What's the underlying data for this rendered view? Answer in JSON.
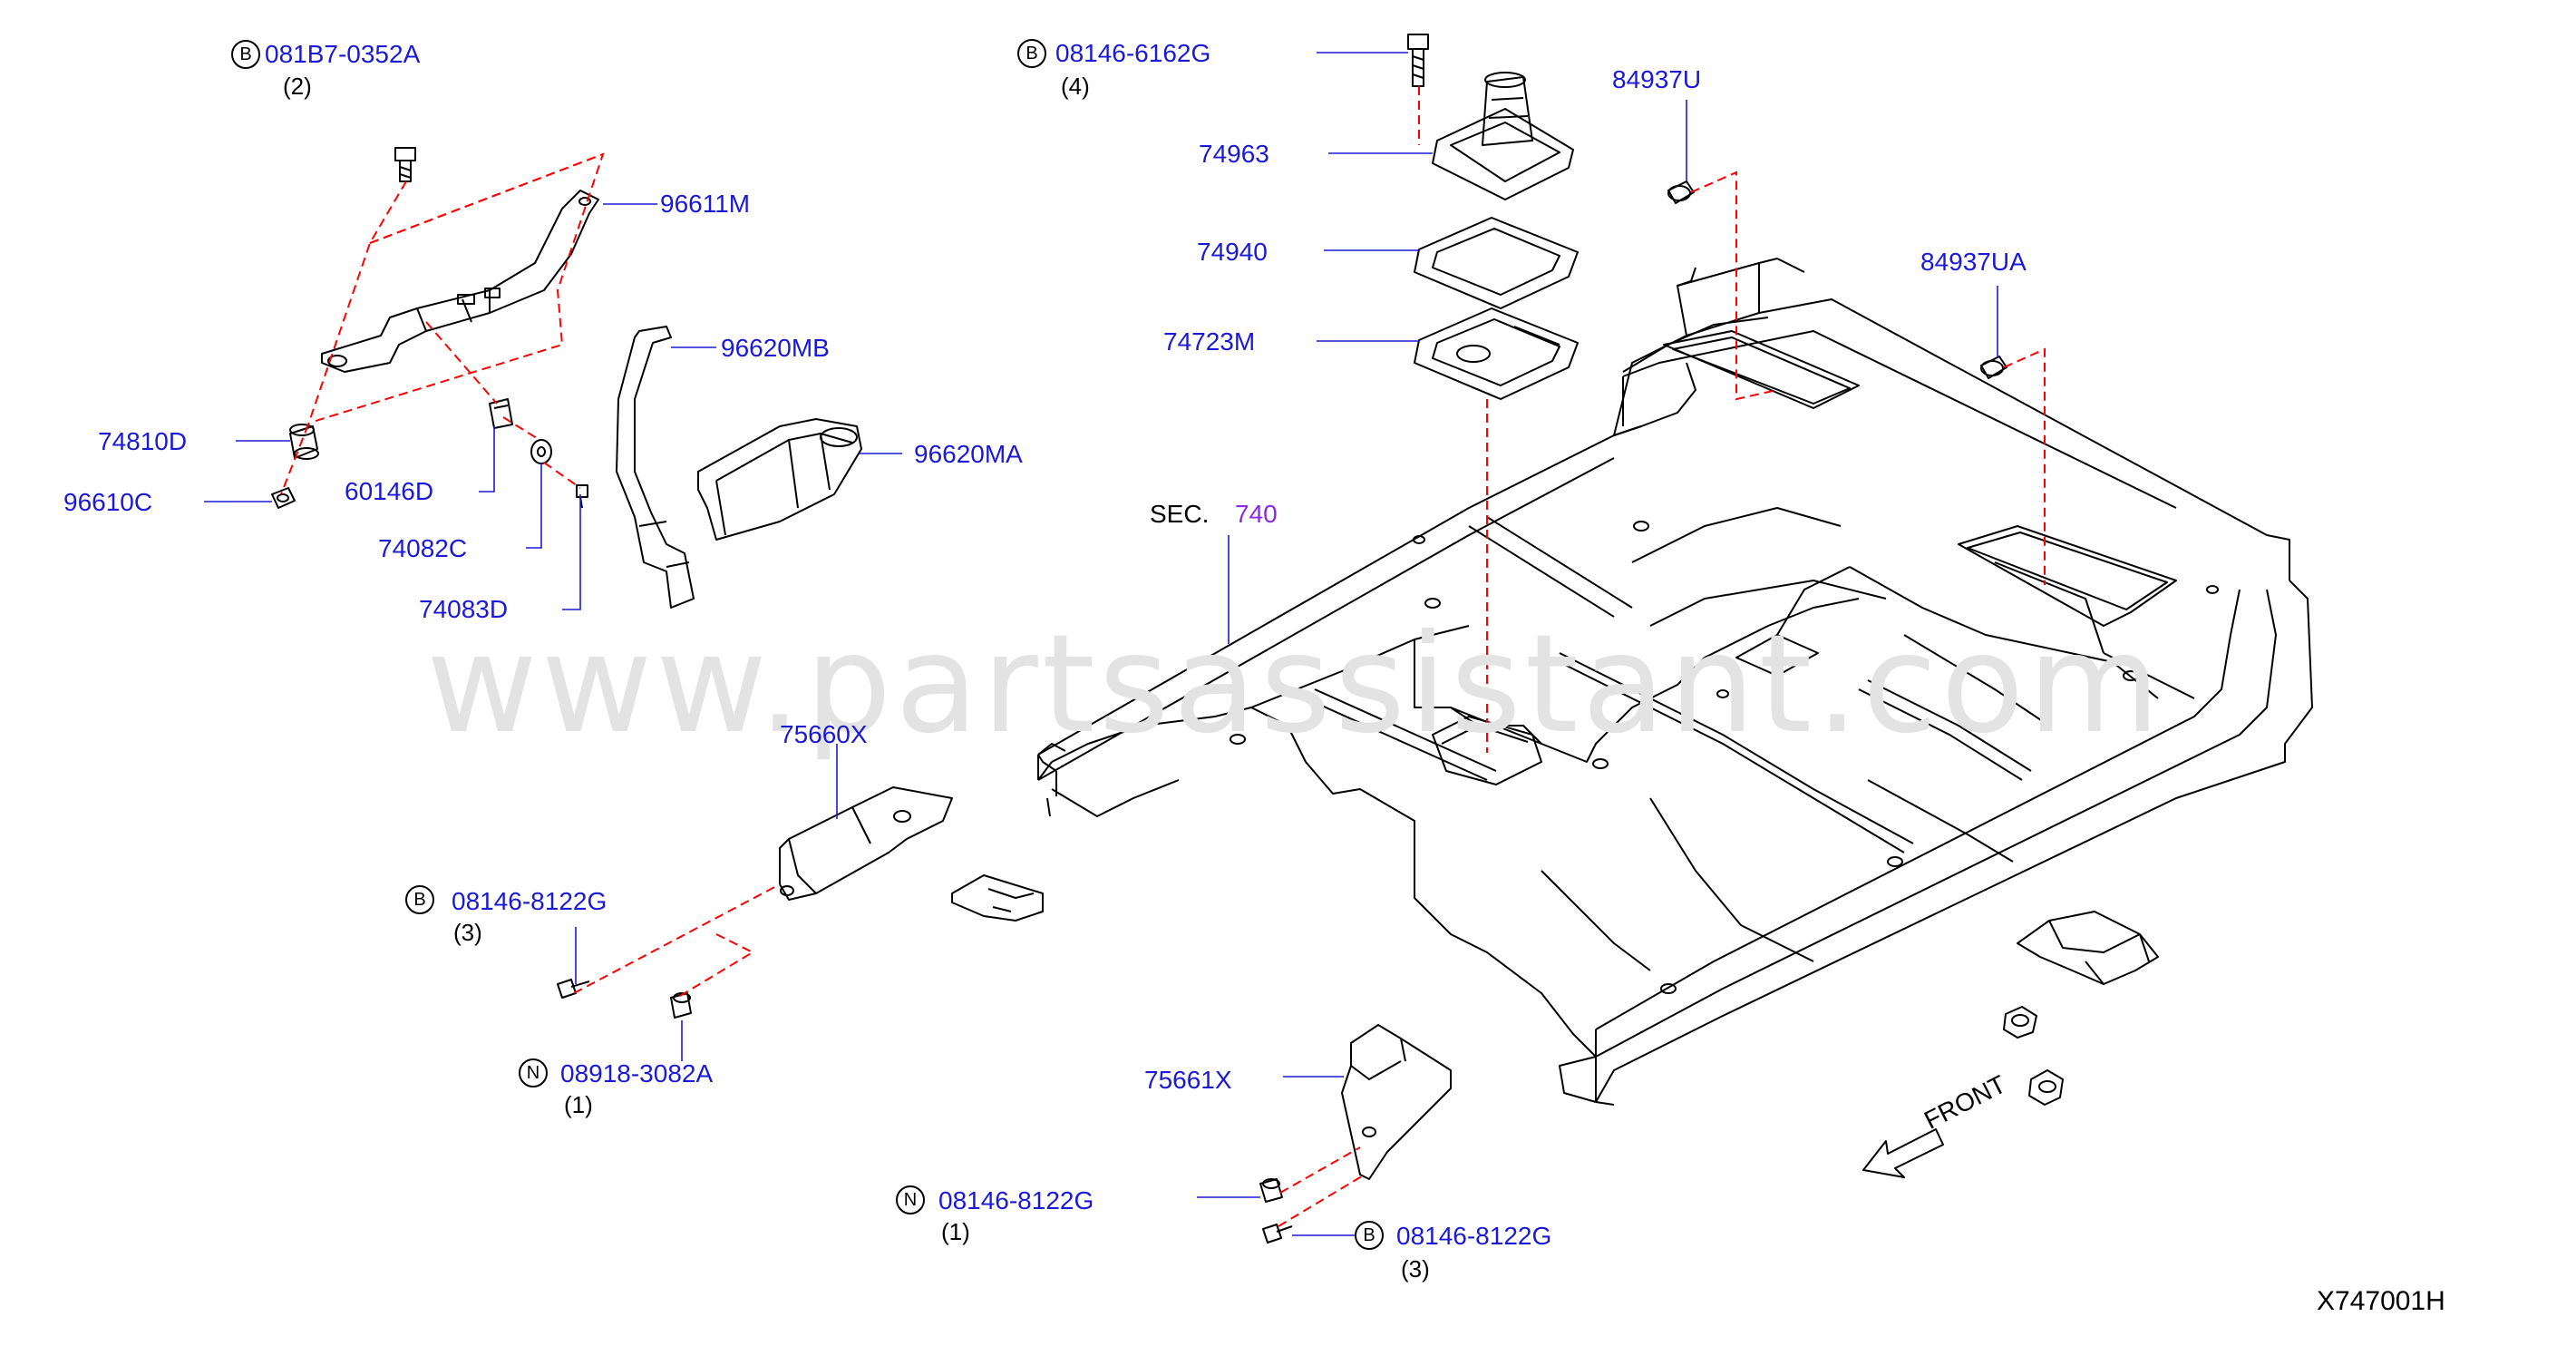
{
  "watermark": "www.partsassistant.com",
  "diagram_code": "X747001H",
  "front_label": "FRONT",
  "section": {
    "prefix": "SEC.",
    "number": "740"
  },
  "callouts": [
    {
      "id": "b1",
      "badge": "B",
      "part": "081B7-0352A",
      "qty": "(2)"
    },
    {
      "id": "b2",
      "badge": "B",
      "part": "08146-6162G",
      "qty": "(4)"
    },
    {
      "id": "b3",
      "badge": "B",
      "part": "08146-8122G",
      "qty": "(3)"
    },
    {
      "id": "n1",
      "badge": "N",
      "part": "08918-3082A",
      "qty": "(1)"
    },
    {
      "id": "n2",
      "badge": "N",
      "part": "08146-8122G",
      "qty": "(1)"
    },
    {
      "id": "b4",
      "badge": "B",
      "part": "08146-8122G",
      "qty": "(3)"
    }
  ],
  "parts": {
    "p96611M": "96611M",
    "p96620MB": "96620MB",
    "p96620MA": "96620MA",
    "p74810D": "74810D",
    "p96610C": "96610C",
    "p60146D": "60146D",
    "p74082C": "74082C",
    "p74083D": "74083D",
    "p75660X": "75660X",
    "p75661X": "75661X",
    "p74963": "74963",
    "p74940": "74940",
    "p74723M": "74723M",
    "p84937U": "84937U",
    "p84937UA": "84937UA"
  },
  "colors": {
    "label": "#1a1ad6",
    "section": "#8a2be2",
    "dashed": "#ff0000",
    "leader": "#1a1ad6",
    "watermark": "#e3e3e3"
  }
}
